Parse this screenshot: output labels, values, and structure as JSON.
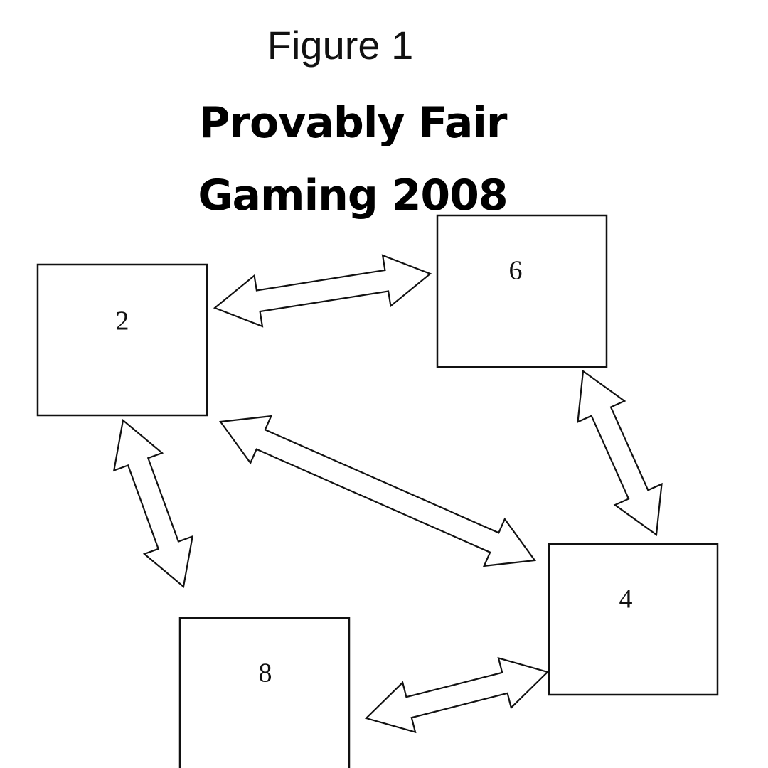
{
  "figure_label": "Figure 1",
  "title_line_1": "Provably Fair",
  "title_line_2": "Gaming 2008",
  "nodes": [
    {
      "id": "node-2",
      "label": "2"
    },
    {
      "id": "node-6",
      "label": "6"
    },
    {
      "id": "node-4",
      "label": "4"
    },
    {
      "id": "node-8",
      "label": "8"
    }
  ],
  "edges": [
    {
      "from": "2",
      "to": "6",
      "style": "double-headed hollow arrow"
    },
    {
      "from": "6",
      "to": "4",
      "style": "double-headed hollow arrow"
    },
    {
      "from": "2",
      "to": "4",
      "style": "double-headed hollow arrow"
    },
    {
      "from": "2",
      "to": "8",
      "style": "double-headed hollow arrow"
    },
    {
      "from": "8",
      "to": "4",
      "style": "double-headed hollow arrow"
    }
  ],
  "colors": {
    "background": "#ffffff",
    "ink": "#111111"
  }
}
